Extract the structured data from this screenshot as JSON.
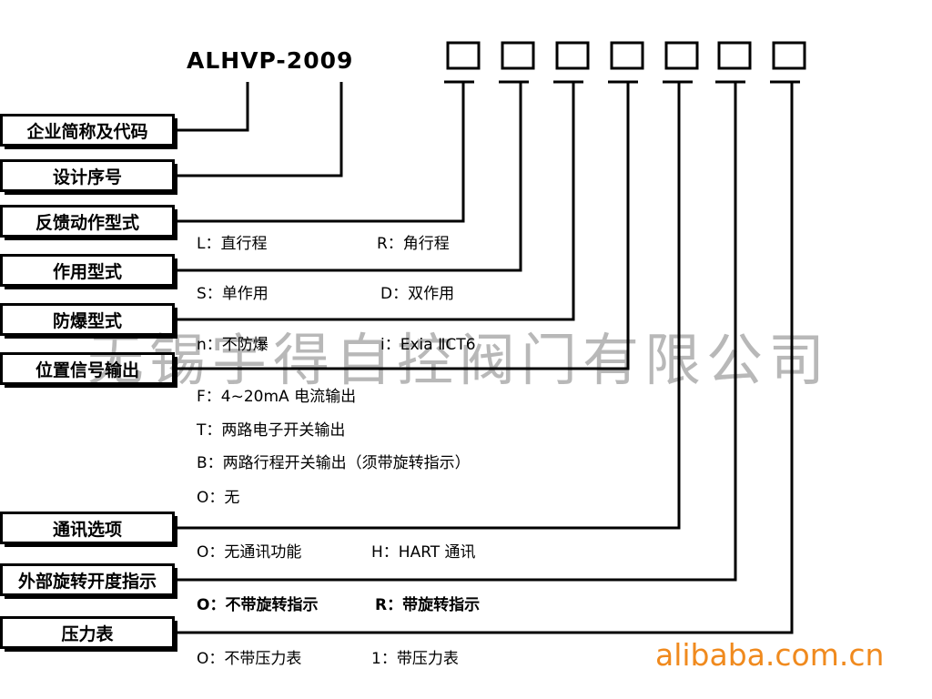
{
  "model_code": "ALHVP-2009",
  "code_slot_count": 7,
  "categories": [
    {
      "label": "企业简称及代码",
      "options": []
    },
    {
      "label": "设计序号",
      "options": []
    },
    {
      "label": "反馈动作型式",
      "options": [
        "L：直行程",
        "R：角行程"
      ]
    },
    {
      "label": "作用型式",
      "options": [
        "S：单作用",
        "D：双作用"
      ]
    },
    {
      "label": "防爆型式",
      "options": [
        "n：不防爆",
        "i：Exia ⅡCT6"
      ]
    },
    {
      "label": "位置信号输出",
      "options": [
        "F：4~20mA 电流输出",
        "T：两路电子开关输出",
        "B：两路行程开关输出（须带旋转指示）",
        "O：无"
      ]
    },
    {
      "label": "通讯选项",
      "options": [
        "O：无通讯功能",
        "H：HART 通讯"
      ]
    },
    {
      "label": "外部旋转开度指示",
      "options": [
        "O：不带旋转指示",
        "R：带旋转指示"
      ]
    },
    {
      "label": "压力表",
      "options": [
        "O：不带压力表",
        "1：带压力表"
      ]
    }
  ],
  "watermark": "无锡宇得自控阀门有限公司",
  "brand": "alibaba.com.cn",
  "brand_color": "#f08a1e"
}
